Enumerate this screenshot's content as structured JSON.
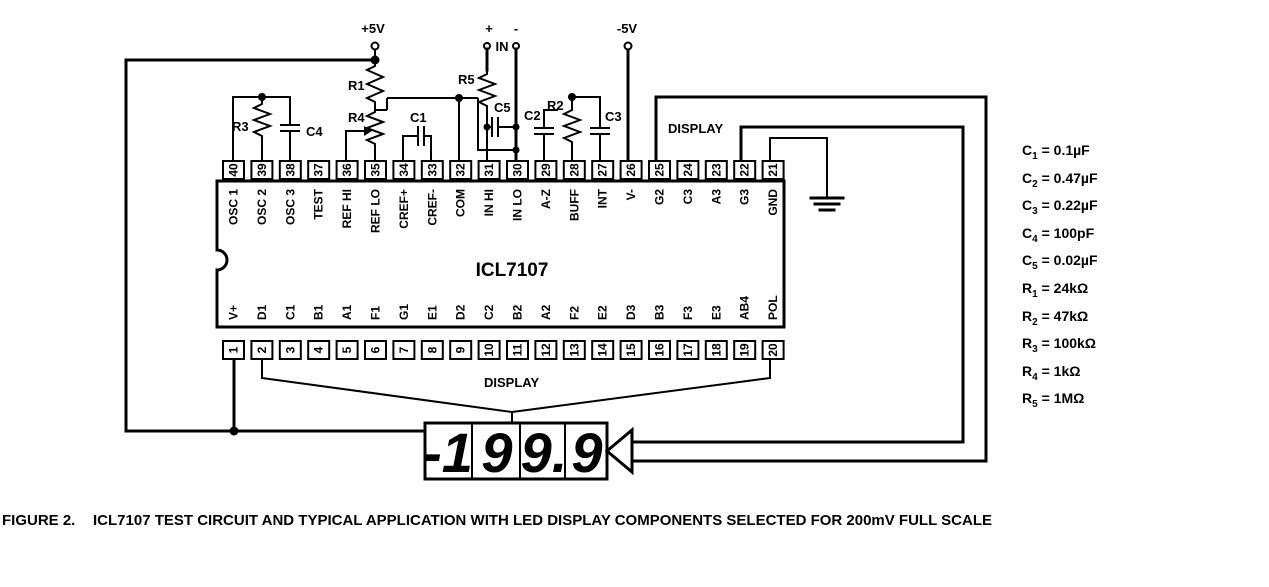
{
  "chip": {
    "name": "ICL7107",
    "top_pins": [
      {
        "num": "40",
        "label": "OSC 1"
      },
      {
        "num": "39",
        "label": "OSC 2"
      },
      {
        "num": "38",
        "label": "OSC 3"
      },
      {
        "num": "37",
        "label": "TEST"
      },
      {
        "num": "36",
        "label": "REF HI"
      },
      {
        "num": "35",
        "label": "REF LO"
      },
      {
        "num": "34",
        "label": "CREF+"
      },
      {
        "num": "33",
        "label": "CREF-"
      },
      {
        "num": "32",
        "label": "COM"
      },
      {
        "num": "31",
        "label": "IN HI"
      },
      {
        "num": "30",
        "label": "IN LO"
      },
      {
        "num": "29",
        "label": "A-Z"
      },
      {
        "num": "28",
        "label": "BUFF"
      },
      {
        "num": "27",
        "label": "INT"
      },
      {
        "num": "26",
        "label": "V-"
      },
      {
        "num": "25",
        "label": "G2"
      },
      {
        "num": "24",
        "label": "C3"
      },
      {
        "num": "23",
        "label": "A3"
      },
      {
        "num": "22",
        "label": "G3"
      },
      {
        "num": "21",
        "label": "GND"
      }
    ],
    "bottom_pins": [
      {
        "num": "1",
        "label": "V+"
      },
      {
        "num": "2",
        "label": "D1"
      },
      {
        "num": "3",
        "label": "C1"
      },
      {
        "num": "4",
        "label": "B1"
      },
      {
        "num": "5",
        "label": "A1"
      },
      {
        "num": "6",
        "label": "F1"
      },
      {
        "num": "7",
        "label": "G1"
      },
      {
        "num": "8",
        "label": "E1"
      },
      {
        "num": "9",
        "label": "D2"
      },
      {
        "num": "10",
        "label": "C2"
      },
      {
        "num": "11",
        "label": "B2"
      },
      {
        "num": "12",
        "label": "A2"
      },
      {
        "num": "13",
        "label": "F2"
      },
      {
        "num": "14",
        "label": "E2"
      },
      {
        "num": "15",
        "label": "D3"
      },
      {
        "num": "16",
        "label": "B3"
      },
      {
        "num": "17",
        "label": "F3"
      },
      {
        "num": "18",
        "label": "E3"
      },
      {
        "num": "19",
        "label": "AB4"
      },
      {
        "num": "20",
        "label": "POL"
      }
    ]
  },
  "labels": {
    "plus5v": "+5V",
    "minus5v": "-5V",
    "in": "IN",
    "in_plus": "+",
    "in_minus": "-",
    "display_top": "DISPLAY",
    "display_bottom": "DISPLAY",
    "r1": "R1",
    "r2": "R2",
    "r3": "R3",
    "r4": "R4",
    "r5": "R5",
    "c1": "C1",
    "c2": "C2",
    "c3": "C3",
    "c4": "C4",
    "c5": "C5"
  },
  "led_display": {
    "digits": [
      "-1",
      "9",
      "9.",
      "9"
    ]
  },
  "components": [
    {
      "sym": "C",
      "sub": "1",
      "value": "0.1µF"
    },
    {
      "sym": "C",
      "sub": "2",
      "value": "0.47µF"
    },
    {
      "sym": "C",
      "sub": "3",
      "value": "0.22µF"
    },
    {
      "sym": "C",
      "sub": "4",
      "value": "100pF"
    },
    {
      "sym": "C",
      "sub": "5",
      "value": "0.02µF"
    },
    {
      "sym": "R",
      "sub": "1",
      "value": "24kΩ"
    },
    {
      "sym": "R",
      "sub": "2",
      "value": "47kΩ"
    },
    {
      "sym": "R",
      "sub": "3",
      "value": "100kΩ"
    },
    {
      "sym": "R",
      "sub": "4",
      "value": "1kΩ"
    },
    {
      "sym": "R",
      "sub": "5",
      "value": "1MΩ"
    }
  ],
  "caption": {
    "number": "FIGURE 2.",
    "text": "ICL7107 TEST CIRCUIT AND TYPICAL APPLICATION WITH LED DISPLAY COMPONENTS SELECTED FOR 200mV FULL SCALE"
  }
}
